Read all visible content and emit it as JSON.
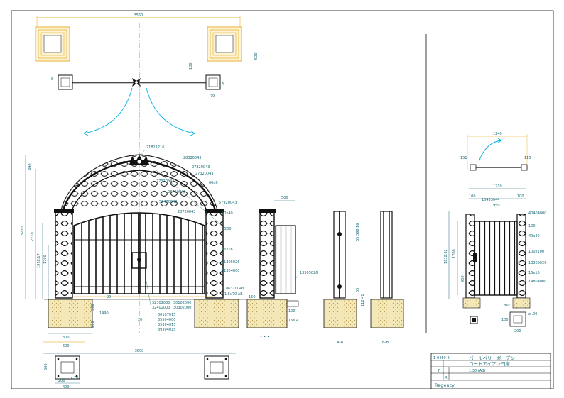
{
  "colors": {
    "line": "#111111",
    "dimension": "#1a6b78",
    "accent": "#e8a000",
    "center": "#00b0e0",
    "concrete": "#f5e8b8"
  },
  "plan": {
    "width_top": "3560",
    "post_size": "500",
    "post_h": "100",
    "base_dim": "70",
    "col_a": "8",
    "col_b": "A"
  },
  "elevation": {
    "crest_code": "21811216",
    "height_total": "3220",
    "height_2710": "2710",
    "height_1918": "1918.17",
    "height_1700": "1700",
    "crown": "490",
    "base_500": "500",
    "base_200": "200",
    "span_1490": "1490",
    "post_300": "300",
    "base_600": "600",
    "overall_3600": "3600",
    "mid_90": "90",
    "mid_20": "20",
    "labels_right": [
      "28320043",
      "27320043",
      "27320043",
      "60d0",
      "57920043",
      "40x40",
      "200",
      "16x16",
      "11305026",
      "11304000",
      "86320043"
    ],
    "labels_inner": [
      "27320043",
      "28720043",
      "57420043",
      "28720043"
    ],
    "callouts_bottom": [
      "32302000",
      "32402000",
      "30102000",
      "30302000",
      "30107015",
      "35504000",
      "35304015",
      "89304015"
    ],
    "hang_label": "1.5x70 AB",
    "footer_150": "150"
  },
  "side_view": {
    "width_500": "500",
    "code": "13305026",
    "dim_1664": "166.4",
    "dim_100": "100"
  },
  "section_labels": {
    "aa": "A-A",
    "bb": "B-B",
    "dots": "• • •"
  },
  "section_aa": {
    "dim_v": "65.398.16",
    "dim_12": "112.41",
    "dim_55": "55"
  },
  "pedestrian": {
    "width_top": "1240",
    "dim_151": "151",
    "dim_115": "115",
    "width_1210": "1210",
    "dim_100a": "100",
    "code_top": "18433044",
    "dim_950": "950",
    "dim_100b": "100",
    "height_1932": "1932.32",
    "height_1700": "1700",
    "dim_900": "900",
    "labels_right": [
      "40404000",
      "100",
      "40x40",
      "100x100",
      "13305026",
      "16x16",
      "14804000"
    ],
    "dim_200": "200",
    "dim_20": "ol.20",
    "foot_200": "200",
    "foot_100": "100"
  },
  "foot_plan": {
    "dim_600": "600",
    "dim_400": "400",
    "dim_200": "200",
    "dim_20": "ol.20"
  },
  "title_block": {
    "project_code": "1-0450-2",
    "project_name": "パールベリーガーデン",
    "drawing_name": "ロートアイアン門扉",
    "scale_label": "1:30 (A3)",
    "col_f": "F",
    "col_r": "R",
    "col_l": "L",
    "brand": "Regency"
  }
}
